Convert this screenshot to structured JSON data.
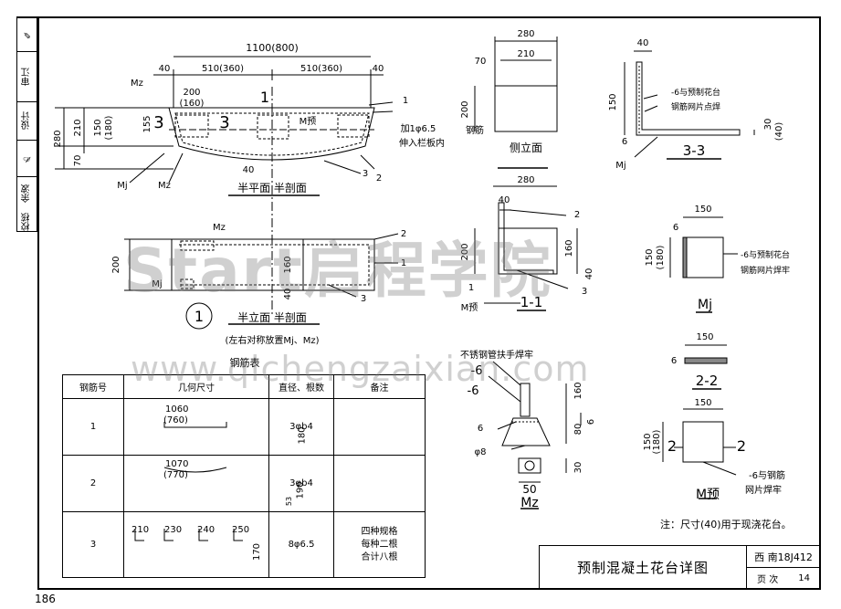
{
  "left_strip": [
    "校核",
    "余波",
    "设计",
    "审江"
  ],
  "plan": {
    "dims": {
      "overall": "1100(800)",
      "left_edge": "40",
      "left_span": "510(360)",
      "right_span": "510(360)",
      "right_edge": "40",
      "d200": "200",
      "d160": "(160)",
      "h155": "155",
      "h280": "280",
      "h210": "210",
      "h70": "70",
      "h150": "150",
      "h180": "(180)",
      "d40": "40"
    },
    "labels": {
      "mz": "Mz",
      "mj": "Mj",
      "mjr": "M预",
      "sec3a": "3",
      "sec3b": "3",
      "sec1": "1",
      "n1": "1",
      "n2": "2",
      "n3": "3",
      "add_bar": "加1φ6.5",
      "add_bar2": "伸入栏板内",
      "caption": "半平面    半剖面"
    }
  },
  "elevation": {
    "labels": {
      "d200": "200",
      "d160": "160",
      "d40": "40",
      "mz": "Mz",
      "mj": "Mj",
      "n1": "1",
      "n2": "2",
      "n3": "3",
      "circle": "1",
      "caption": "半立面    半剖面",
      "sub": "(左右对称放置Mj、Mz)"
    }
  },
  "side": {
    "w280": "280",
    "w210": "210",
    "h70": "70",
    "h200": "200",
    "rebar": "钢筋",
    "caption": "侧立面"
  },
  "sec33": {
    "d40": "40",
    "n1": "-6与预制花台",
    "n2": "钢筋网片点焊",
    "h150": "150",
    "d6": "6",
    "d30": "30",
    "d40b": "(40)",
    "mj": "Mj",
    "caption": "3-3"
  },
  "sec11": {
    "w280": "280",
    "d40": "40",
    "h200": "200",
    "h160": "160",
    "d40b": "40",
    "n2": "2",
    "n1": "1",
    "n3": "3",
    "mj": "M预",
    "caption": "1-1"
  },
  "mj": {
    "w150": "150",
    "d6": "6",
    "h150": "150",
    "h180": "(180)",
    "n1": "-6与预制花台",
    "n2": "钢筋网片焊牢",
    "caption": "Mj"
  },
  "sec22": {
    "w150": "150",
    "d6": "6",
    "caption": "2-2"
  },
  "mz": {
    "top": "不锈钢管扶手焊牢",
    "m6a": "-6",
    "m6b": "-6",
    "m6c": "6",
    "d160": "160",
    "d80": "80",
    "d6": "6",
    "d30": "30",
    "d8": "φ8",
    "w50": "50",
    "caption": "Mz"
  },
  "mr": {
    "w150": "150",
    "h150": "150",
    "h180": "(180)",
    "l2a": "2",
    "l2b": "2",
    "n1": "-6与钢筋",
    "n2": "网片焊牢",
    "caption": "M预"
  },
  "table": {
    "title": "钢筋表",
    "headers": [
      "钢筋号",
      "几何尺寸",
      "直径、根数",
      "备注"
    ],
    "rows": [
      {
        "no": "1",
        "dim_a": "1060",
        "dim_b": "(760)",
        "dim_c": "180",
        "dia": "3φb4",
        "note": ""
      },
      {
        "no": "2",
        "dim_a": "1070",
        "dim_b": "(770)",
        "dim_c": "190",
        "dim_d": "53",
        "dia": "3φb4",
        "note": ""
      },
      {
        "no": "3",
        "dim_a": "210",
        "dim_b": "230",
        "dim_c": "240",
        "dim_d": "250",
        "dim_e": "170",
        "dia": "8φ6.5",
        "note1": "四种规格",
        "note2": "每种二根",
        "note3": "合计八根"
      }
    ]
  },
  "note": "注：尺寸(40)用于现浇花台。",
  "title_block": {
    "title": "预制混凝土花台详图",
    "atlas": "西 南18J412",
    "page_label": "页 次",
    "page": "14"
  },
  "page_number": "186",
  "watermark": {
    "big": "Start启程学院",
    "url": "www.qichengzaixian.com"
  }
}
